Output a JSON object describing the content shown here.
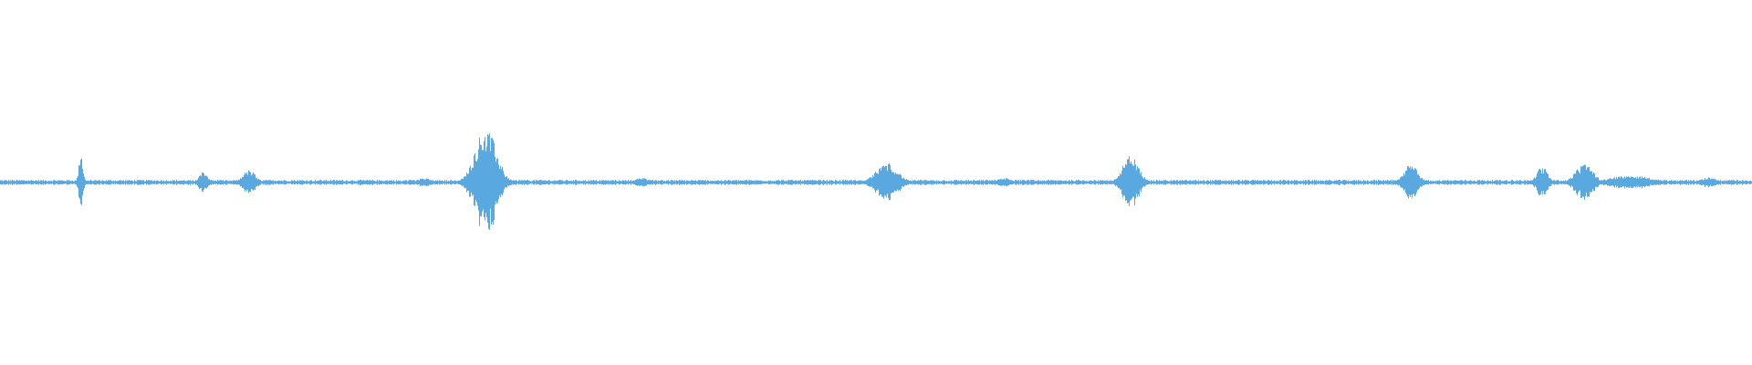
{
  "colors": {
    "background": "#ffffff",
    "waveform": "#5aa8e0"
  },
  "chart_data": {
    "type": "area",
    "title": "",
    "xlabel": "",
    "ylabel": "",
    "xlim": [
      0,
      1
    ],
    "ylim": [
      -1,
      1
    ],
    "grid": false,
    "series": [
      {
        "baseline_amplitude": 0.015,
        "bursts": [
          {
            "x": 0.046,
            "amplitude": 0.16,
            "width": 0.0012
          },
          {
            "x": 0.116,
            "amplitude": 0.06,
            "width": 0.0025
          },
          {
            "x": 0.142,
            "amplitude": 0.07,
            "width": 0.0035
          },
          {
            "x": 0.242,
            "amplitude": 0.025,
            "width": 0.004
          },
          {
            "x": 0.277,
            "amplitude": 0.3,
            "width": 0.006
          },
          {
            "x": 0.366,
            "amplitude": 0.025,
            "width": 0.004
          },
          {
            "x": 0.506,
            "amplitude": 0.11,
            "width": 0.006
          },
          {
            "x": 0.573,
            "amplitude": 0.025,
            "width": 0.004
          },
          {
            "x": 0.645,
            "amplitude": 0.15,
            "width": 0.0045
          },
          {
            "x": 0.805,
            "amplitude": 0.1,
            "width": 0.004
          },
          {
            "x": 0.88,
            "amplitude": 0.09,
            "width": 0.003
          },
          {
            "x": 0.904,
            "amplitude": 0.1,
            "width": 0.005
          },
          {
            "x": 0.93,
            "amplitude": 0.04,
            "width": 0.012
          },
          {
            "x": 0.975,
            "amplitude": 0.03,
            "width": 0.004
          }
        ]
      }
    ]
  }
}
